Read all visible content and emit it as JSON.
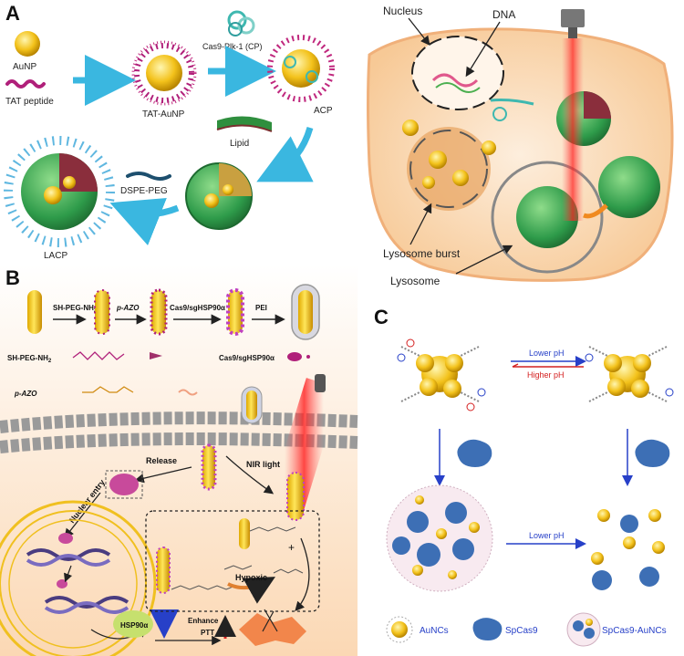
{
  "panelA": {
    "letter": "A",
    "labels": {
      "aunp": "AuNP",
      "tat": "TAT peptide",
      "cp": "Cas9-Plk-1 (CP)",
      "tat_aunp": "TAT-AuNP",
      "acp": "ACP",
      "lipid": "Lipid",
      "dspe": "DSPE-PEG",
      "lacp": "LACP",
      "nucleus": "Nucleus",
      "dna": "DNA",
      "lys_burst": "Lysosome burst",
      "lysosome": "Lysosome"
    }
  },
  "panelB": {
    "letter": "B",
    "labels": {
      "sh_peg": "SH-PEG-NH",
      "sh_peg_sub": "2",
      "p_azo": "p-AZO",
      "cas9_sg": "Cas9/sgHSP90α",
      "pei": "PEI",
      "legend_sh": "SH-PEG-NH",
      "legend_sh_sub": "2",
      "legend_cas9": "Cas9/sgHSP90α",
      "legend_pazo": "p-AZO",
      "release": "Release",
      "nir": "NIR light",
      "nuclear": "Nuclear entry",
      "hypoxic": "Hypoxic",
      "hsp": "HSP90α",
      "enhance": "Enhance",
      "ptt": "PTT"
    }
  },
  "panelC": {
    "letter": "C",
    "labels": {
      "lower_ph": "Lower pH",
      "higher_ph": "Higher pH",
      "lower_ph2": "Lower pH",
      "aunc": "AuNCs",
      "spcas9": "SpCas9",
      "spcas9_aunc": "SpCas9-AuNCs"
    }
  },
  "colors": {
    "arrow_cyan": "#3ab7e0",
    "gold": "#f3c21b",
    "green": "#3aa85a",
    "magenta": "#b0207a",
    "blue_protein": "#3d6fb5",
    "arrow_blue": "#2740c8",
    "arrow_red": "#d42020",
    "cell": "#fbe0bd"
  }
}
